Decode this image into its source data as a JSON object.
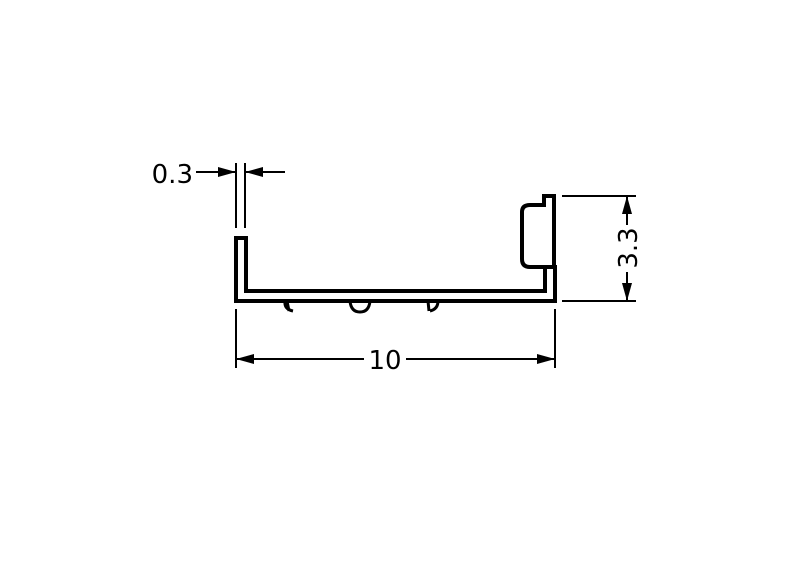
{
  "diagram": {
    "dimensions": {
      "thickness": "0.3",
      "width": "10",
      "height": "3.3"
    }
  }
}
